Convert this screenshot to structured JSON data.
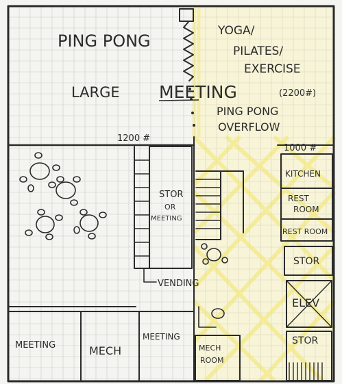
{
  "plan": {
    "paper_color": "#f4f4f0",
    "grid_color": "#c9c9c9",
    "line_color": "#2a2a2a",
    "highlight_color": "#fff39a",
    "labels": {
      "ping_pong": "PING PONG",
      "yoga": "YOGA/",
      "pilates": "PILATES/",
      "exercise": "EXERCISE",
      "large": "LARGE",
      "meeting": "MEETING",
      "large_meeting_area": "(2200#)",
      "overflow_1": "PING PONG",
      "overflow_2": "OVERFLOW",
      "area_1200": "1200 #",
      "area_1000": "1000 #",
      "kitchen": "KITCHEN",
      "rest_room_1a": "REST",
      "rest_room_1b": "ROOM",
      "rest_room_2": "REST ROOM",
      "stor_or": "STOR",
      "or": "OR",
      "meeting_small": "MEETING",
      "vending": "VENDING",
      "stor_right": "STOR",
      "elev": "ELEV",
      "stor_bottom": "STOR",
      "meeting_left": "MEETING",
      "mech": "MECH",
      "meeting_mid": "MEETING",
      "mech_room_1": "MECH",
      "mech_room_2": "ROOM"
    }
  }
}
